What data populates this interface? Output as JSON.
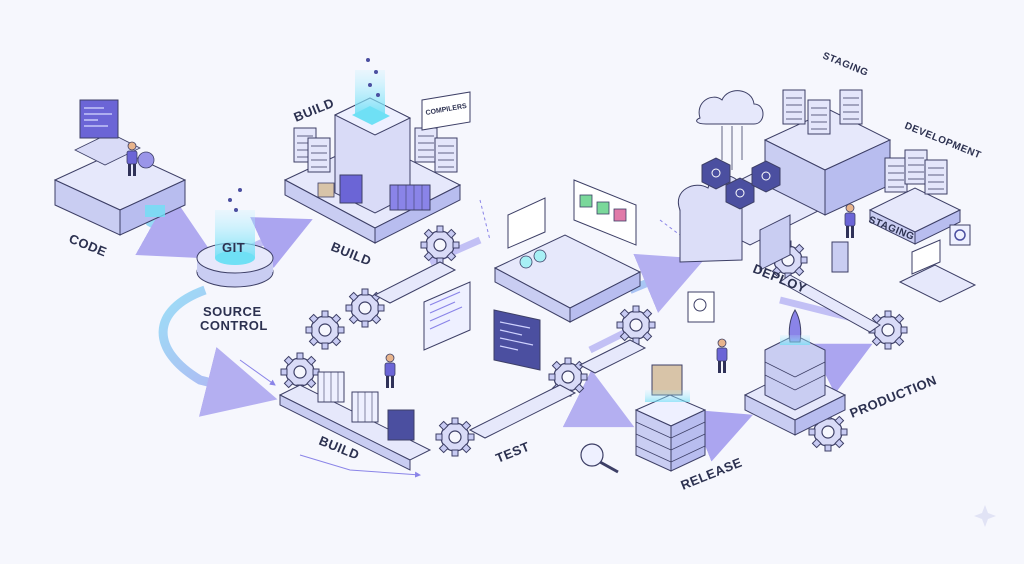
{
  "labels": {
    "code": "CODE",
    "git": "GIT",
    "source_control_1": "SOURCE",
    "source_control_2": "CONTROL",
    "build_top": "BUILD",
    "build_mid": "BUILD",
    "build_bottom": "BUILD",
    "compilers": "COMPILERS",
    "test": "TEST",
    "release": "RELEASE",
    "deploy": "DEPLOY",
    "production": "PRODUCTION",
    "staging_top": "STAGING",
    "staging_right": "STAGING",
    "development": "DEVELOPMENT"
  },
  "colors": {
    "background": "#f6f7fd",
    "platform": "#e6e8fb",
    "platform_side": "#c9cdf2",
    "accent_purple": "#8a84e8",
    "accent_dark": "#4b4fa0",
    "flow_arrow": "#b9b6f3",
    "glow_cyan": "#6fe0f5",
    "outline": "#3d3f66"
  },
  "icons": [
    "monitor-icon",
    "developer-icon",
    "git-cylinder-icon",
    "gear-icon",
    "server-rack-icon",
    "cloud-icon",
    "kubernetes-icon",
    "rocket-icon",
    "magnifier-icon",
    "checkbox-icon",
    "code-window-icon",
    "box-icon"
  ]
}
